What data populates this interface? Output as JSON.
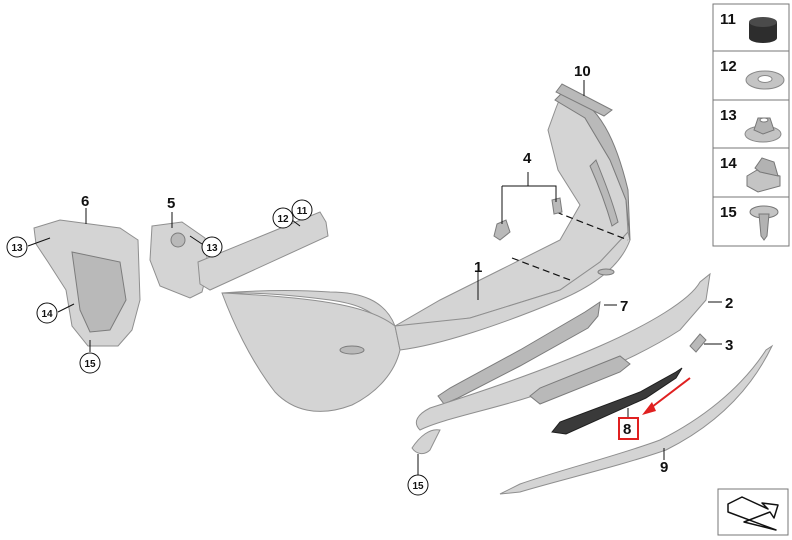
{
  "diagram": {
    "callouts": {
      "c1": "1",
      "c2": "2",
      "c3": "3",
      "c4": "4",
      "c5": "5",
      "c6": "6",
      "c7": "7",
      "c8": "8",
      "c9": "9",
      "c10": "10"
    },
    "circled": {
      "c13_left": "13",
      "c14": "14",
      "c15_left": "15",
      "c13_mid": "13",
      "c12": "12",
      "c11": "11",
      "c15_bottom": "15"
    },
    "highlight": {
      "part": "8",
      "color": "#e02020"
    },
    "legend": [
      {
        "num": "11",
        "icon": "rubber-stop-icon"
      },
      {
        "num": "12",
        "icon": "washer-icon"
      },
      {
        "num": "13",
        "icon": "flange-nut-icon"
      },
      {
        "num": "14",
        "icon": "clip-nut-icon"
      },
      {
        "num": "15",
        "icon": "expanding-rivet-icon"
      }
    ],
    "nav_icon": "arrow-navigation-icon"
  }
}
